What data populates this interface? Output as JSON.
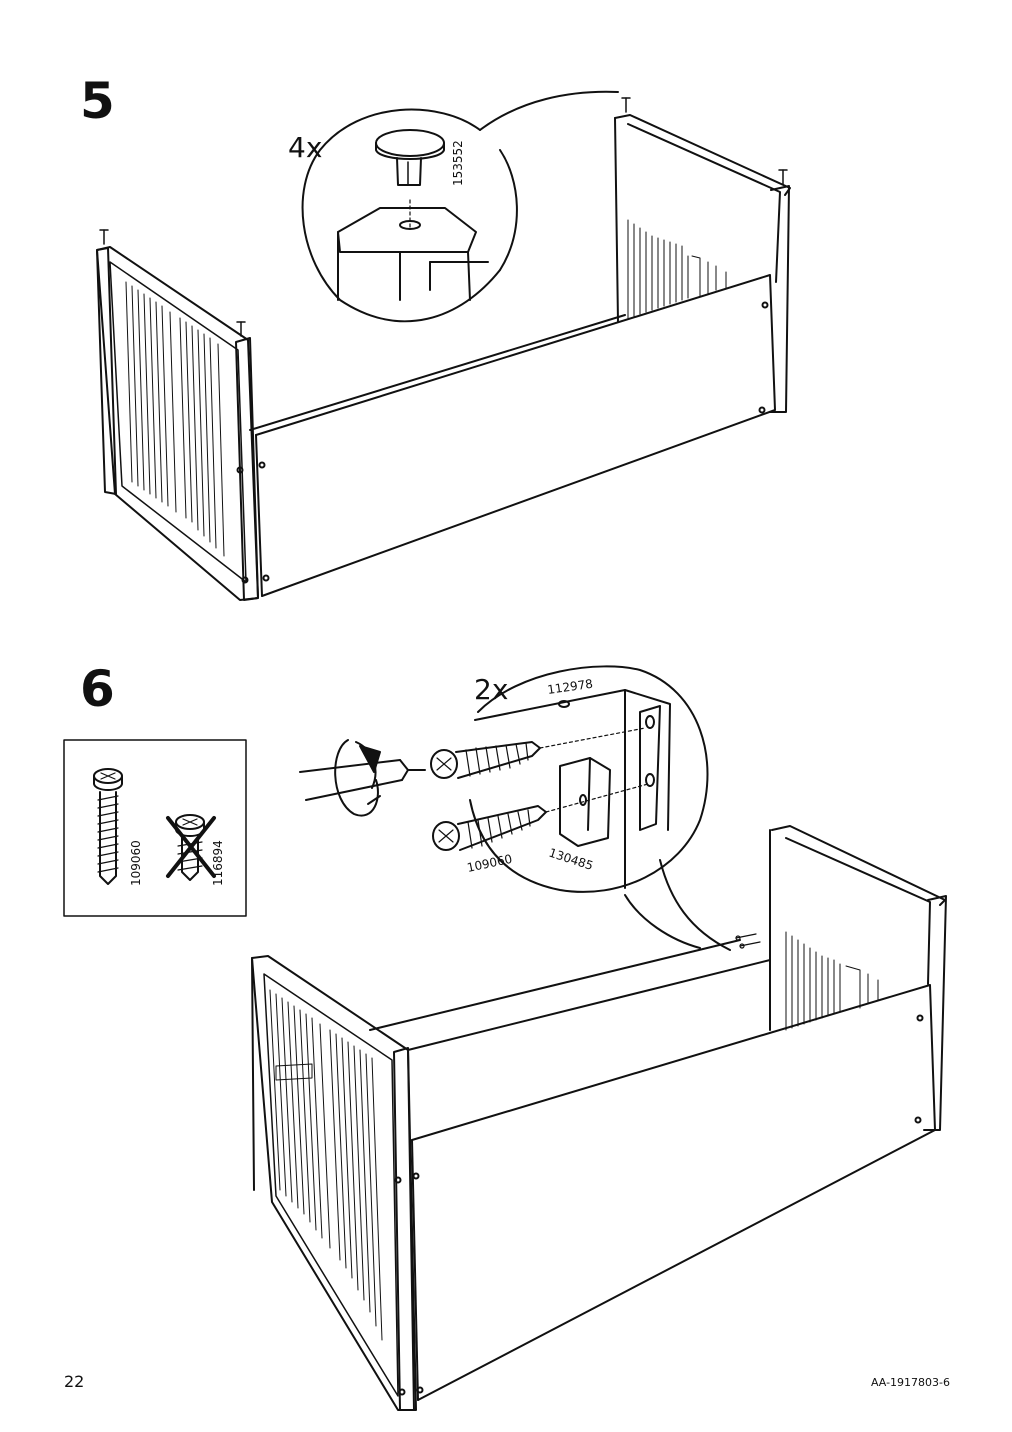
{
  "step5": {
    "number": "5",
    "quantity": "4x",
    "part_number": "153552"
  },
  "step6": {
    "number": "6",
    "quantity": "2x",
    "parts": {
      "top": "112978",
      "screw": "109060",
      "bracket": "130485"
    },
    "info_box": {
      "correct_screw": "109060",
      "wrong_screw": "116894"
    }
  },
  "footer": {
    "page_number": "22",
    "doc_code": "AA-1917803-6"
  }
}
